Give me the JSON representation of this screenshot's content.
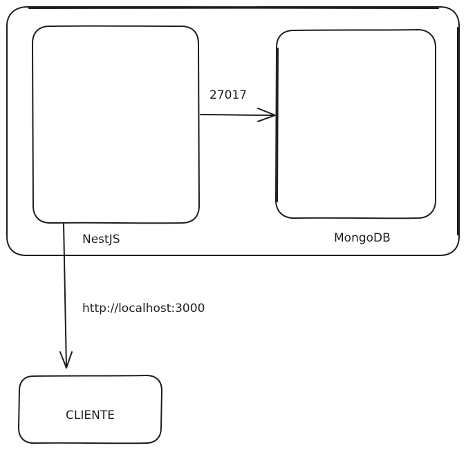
{
  "nodes": {
    "nestjs": {
      "label": "NestJS"
    },
    "mongodb": {
      "label": "MongoDB"
    },
    "cliente": {
      "label": "CLIENTE"
    }
  },
  "connections": {
    "nest_to_mongo": {
      "label": "27017"
    },
    "nest_to_cliente": {
      "label": "http://localhost:3000"
    }
  },
  "colors": {
    "stroke": "#1e1e1e",
    "background": "#ffffff"
  }
}
